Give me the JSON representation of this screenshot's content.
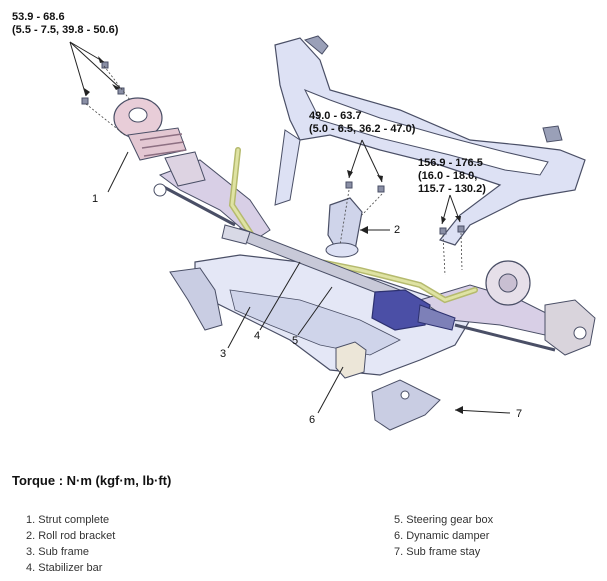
{
  "torque_specs": {
    "strut": [
      "53.9 - 68.6",
      "(5.5 - 7.5, 39.8 - 50.6)"
    ],
    "roll_rod": [
      "49.0 - 63.7",
      "(5.0 - 6.5, 36.2 - 47.0)"
    ],
    "sub_frame": [
      "156.9 - 176.5",
      "(16.0 - 18.0,",
      "115.7 - 130.2)"
    ]
  },
  "callouts": [
    "1",
    "2",
    "3",
    "4",
    "5",
    "6",
    "7"
  ],
  "torque_heading": "Torque : N·m (kgf·m, lb·ft)",
  "legend": {
    "left": [
      "1. Strut complete",
      "2. Roll rod bracket",
      "3. Sub frame",
      "4. Stabilizer bar"
    ],
    "right": [
      "5. Steering gear box",
      "6. Dynamic damper",
      "7. Sub frame stay"
    ]
  },
  "colors": {
    "frame": "#dde1f4",
    "frame_stroke": "#4a4f66",
    "stabilizer_bar": "#dfe3a3",
    "steering_box": "#4b4fa6",
    "strut_spring": "#e3c7d2",
    "knuckle": "#d9d4dc"
  }
}
